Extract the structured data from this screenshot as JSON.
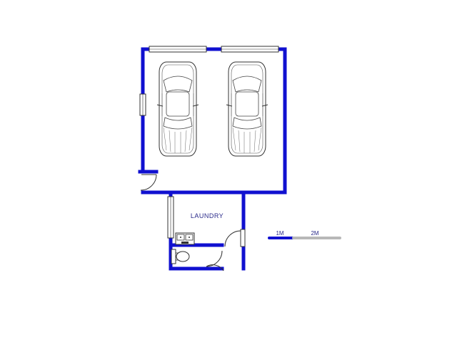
{
  "plan": {
    "rooms": [
      {
        "label": "LAUNDRY"
      }
    ],
    "scale_bar": {
      "ticks": [
        "1M",
        "2M"
      ]
    },
    "colors": {
      "wall": "#1010d0",
      "label": "#2a2a8a",
      "fixture_stroke": "#333333",
      "scale_primary": "#1010d0",
      "scale_secondary": "#b8b8b8"
    },
    "fixtures": [
      "car",
      "car",
      "double-sink",
      "toilet"
    ]
  }
}
